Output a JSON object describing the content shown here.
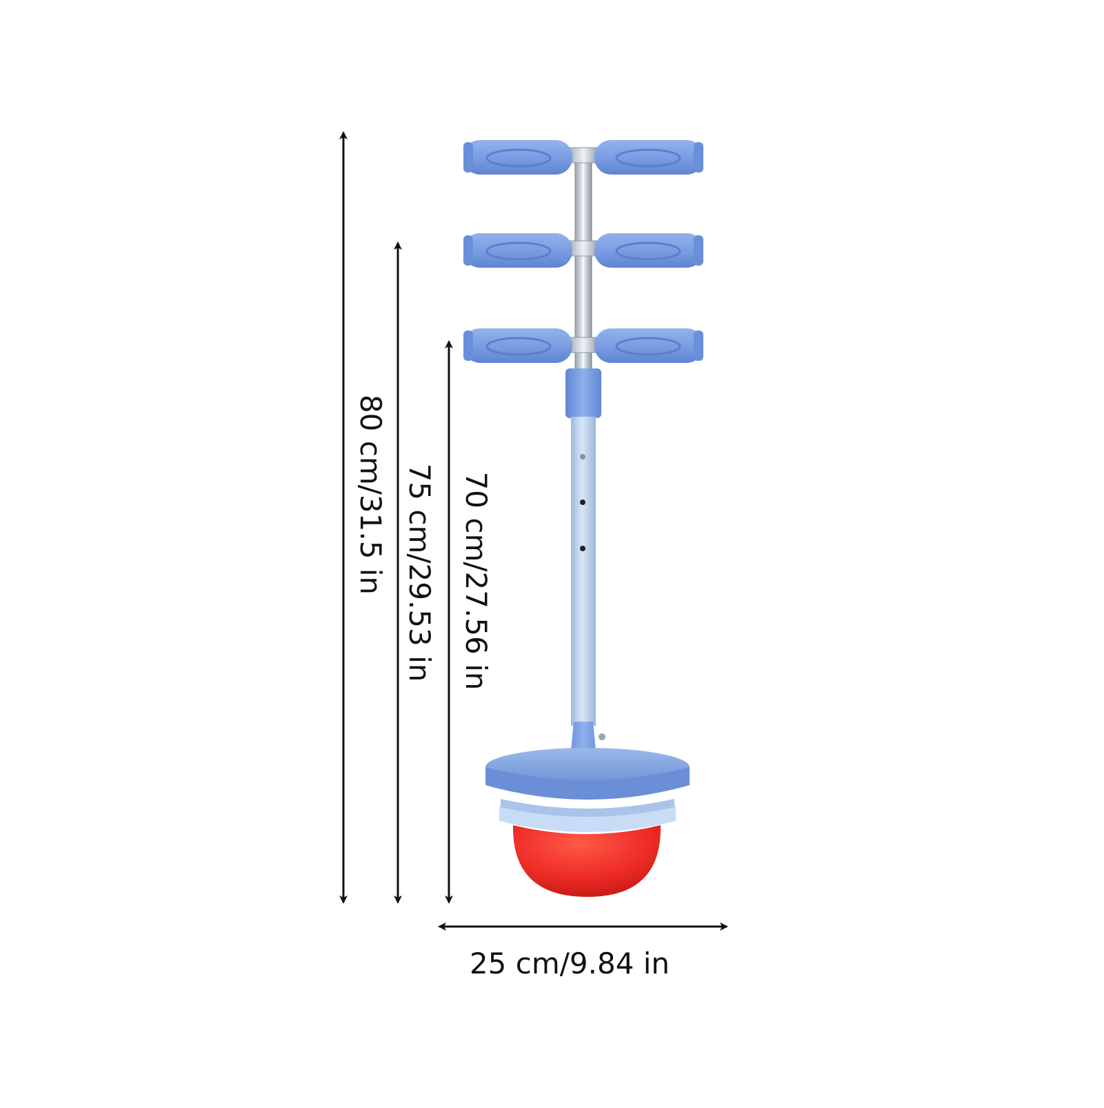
{
  "dimensions": {
    "height_max": "80 cm/31.5 in",
    "height_mid": "75 cm/29.53 in",
    "height_min": "70 cm/27.56 in",
    "width": "25 cm/9.84 in"
  },
  "colors": {
    "grip_blue": "#7b9ee3",
    "grip_dark": "#5b7fcf",
    "pole_light": "#c3d8f2",
    "base_blue": "#7fa2de",
    "ring_light": "#c8dcf5",
    "ball_red": "#ee2b25",
    "arrow": "#111111"
  }
}
